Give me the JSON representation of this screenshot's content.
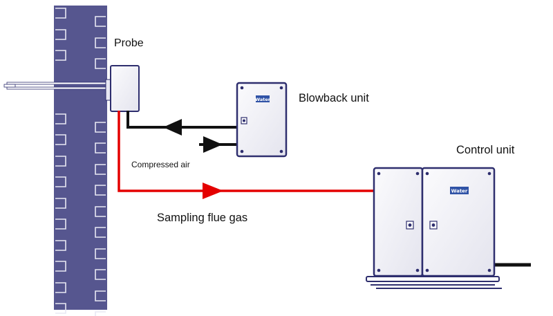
{
  "labels": {
    "probe": "Probe",
    "blowback_unit": "Blowback unit",
    "control_unit": "Control unit",
    "compressed_air": "Compressed air",
    "sampling_flue_gas": "Sampling flue gas"
  },
  "badges": {
    "blowback": "Water",
    "control": "Water"
  },
  "colors": {
    "stack": "#56568f",
    "stack_marks": "#e8e8f3",
    "unit_outline": "#2e2e6e",
    "unit_fill": "#f1f1f6",
    "gas_line": "#e40000",
    "air_line": "#111111",
    "badge": "#2f52a6"
  }
}
